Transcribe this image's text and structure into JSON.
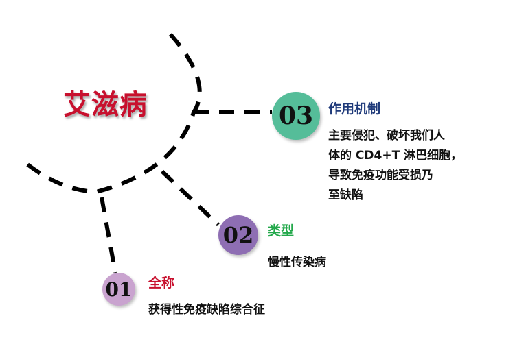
{
  "title": "艾滋病",
  "nodes": [
    {
      "number": "01",
      "heading": "全称",
      "description": "获得性免疫缺陷综合征",
      "colors": {
        "circle": "#c9a3cf",
        "heading": "#c8102e"
      }
    },
    {
      "number": "02",
      "heading": "类型",
      "description": "慢性传染病",
      "colors": {
        "circle": "#8e6eb3",
        "heading": "#22a84a"
      }
    },
    {
      "number": "03",
      "heading": "作用机制",
      "description_lines": [
        "主要侵犯、破坏我们人",
        "体的 CD4+T 淋巴细胞，",
        "导致免疫功能受损乃",
        "至缺陷"
      ],
      "colors": {
        "circle": "#55bd99",
        "heading": "#1f3a7a"
      }
    }
  ],
  "colors": {
    "title": "#c8102e",
    "connector": "#000000"
  }
}
